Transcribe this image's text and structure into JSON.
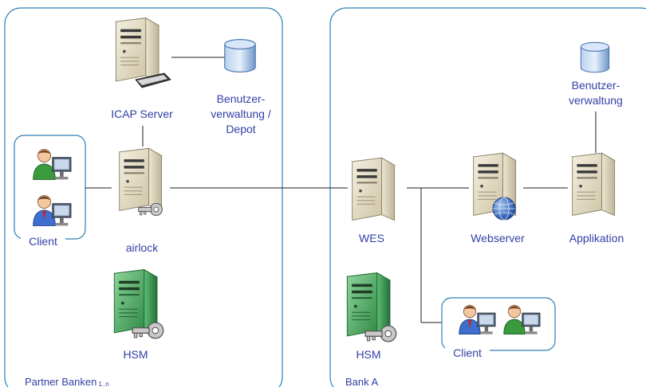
{
  "zones": {
    "partner": {
      "label": "Partner Banken",
      "suffix": "1..n"
    },
    "bank": {
      "label": "Bank A"
    }
  },
  "nodes": {
    "icap_server": "ICAP Server",
    "db_left_label": [
      "Benutzer-",
      "verwaltung /",
      "Depot"
    ],
    "client_left": "Client",
    "airlock": "airlock",
    "hsm_left": "HSM",
    "wes": "WES",
    "hsm_right": "HSM",
    "webserver": "Webserver",
    "applikation": "Applikation",
    "db_right_label": [
      "Benutzer-",
      "verwaltung"
    ],
    "client_right": "Client"
  },
  "colors": {
    "label": "#3340a6",
    "zone_border": "#2d7fb5",
    "line": "#1f1f1f",
    "server_beige": "#d9d0b6",
    "server_green": "#3fa05a",
    "database": "#8fb4e0"
  }
}
